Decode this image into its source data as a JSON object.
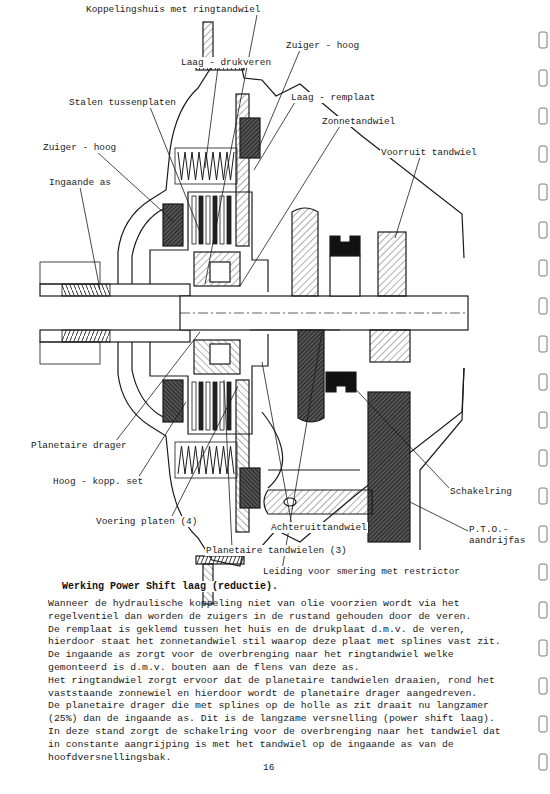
{
  "diagram": {
    "title": "Werking Power Shift laag (reductie).",
    "labels": [
      "Koppelingshuis met ringtandwiel",
      "Zuiger - hoog",
      "Laag - drukveren",
      "Laag - remplaat",
      "Stalen tussenplaten",
      "Zonnetandwiel",
      "Zuiger - hoog",
      "Voorruit tandwiel",
      "Ingaande as",
      "Planetaire drager",
      "Hoog - kopp. set",
      "Schakelring",
      "Voering platen (4)",
      "Achteruittandwiel",
      "P.T.O.- aandrijfas",
      "Planetaire tandwielen (3)",
      "Leiding voor smering met restrictor",
      "Wanneer de hydraulische koppeling niet van olie voorzien wordt via het regelventiel dan worden de zuigers in de rustand gehouden door de veren.",
      "De remplaat is geklemd tussen het huis en de drukplaat d.m.v. de veren, hierdoor staat het zonnetandwiel stil waarop deze plaat met splines vast zit.",
      "De ingaande as zorgt voor de overbrenging naar het ringtandwiel welke gemonteerd is d.m.v. bouten aan de flens van deze as.",
      "Het ringtandwiel zorgt ervoor dat de planetaire tandwielen draaien, rond het vaststaande zonnewiel en hierdoor wordt de planetaire drager aangedreven.",
      "De planetaire drager die met splines op de holle as zit draait nu langzamer (25%) dan de ingaande as. Dit is de langzame versnelling (power shift laag).",
      "In deze stand zorgt de schakelring voor de overbrenging naar het tandwiel dat in constante aangrijping is met het tandwiel op de ingaande as van de hoofdversnellingsbak.",
      "16"
    ]
  }
}
